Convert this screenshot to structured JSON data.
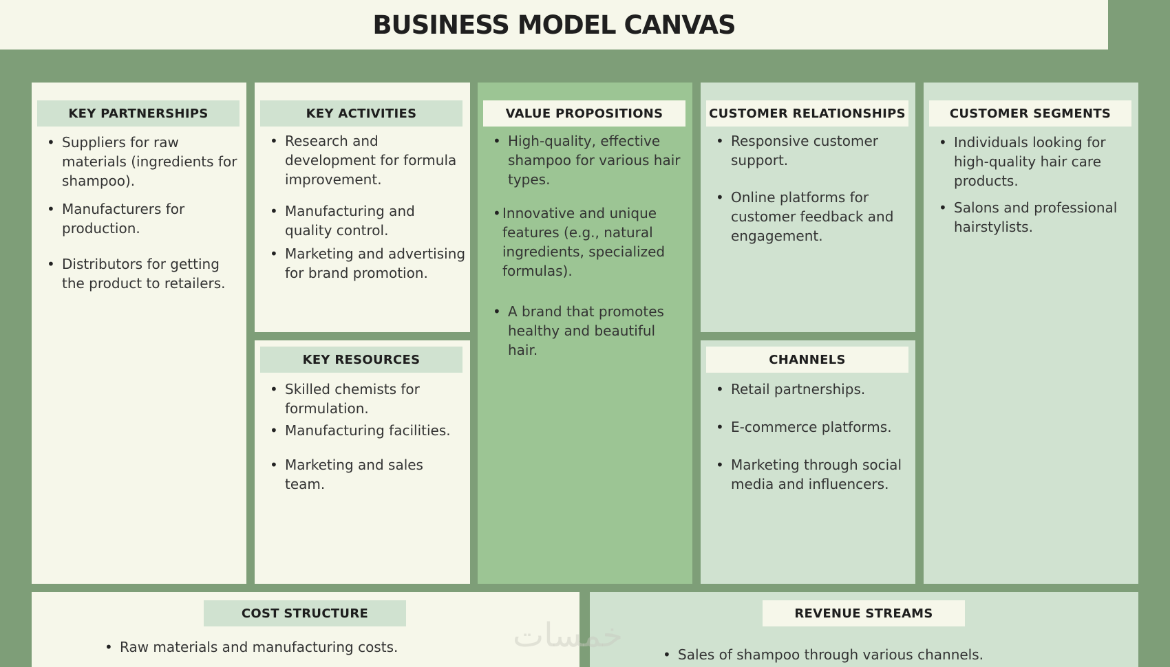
{
  "title": "BUSINESS MODEL CANVAS",
  "key_partnerships": {
    "heading": "KEY PARTNERSHIPS",
    "items": [
      "Suppliers for raw materials (ingredients for shampoo).",
      "Manufacturers for production.",
      "Distributors for getting the product to retailers."
    ]
  },
  "key_activities": {
    "heading": "KEY ACTIVITIES",
    "items": [
      "Research and development for formula improvement.",
      "Manufacturing and quality control.",
      "Marketing and advertising for brand promotion."
    ]
  },
  "key_resources": {
    "heading": "KEY RESOURCES",
    "items": [
      "Skilled chemists for formulation.",
      "Manufacturing facilities.",
      "Marketing and sales team."
    ]
  },
  "value_propositions": {
    "heading": "VALUE PROPOSITIONS",
    "items": [
      "High-quality, effective shampoo for various hair types.",
      "Innovative and unique features (e.g., natural ingredients, specialized formulas).",
      "A brand that promotes healthy and beautiful hair."
    ]
  },
  "customer_relationships": {
    "heading": "CUSTOMER RELATIONSHIPS",
    "items": [
      "Responsive customer support.",
      "Online platforms for customer feedback and engagement."
    ]
  },
  "channels": {
    "heading": "CHANNELS",
    "items": [
      "Retail partnerships.",
      "E-commerce platforms.",
      "Marketing through social media and influencers."
    ]
  },
  "customer_segments": {
    "heading": "CUSTOMER SEGMENTS",
    "items": [
      "Individuals looking for high-quality hair care products.",
      "Salons and professional hairstylists."
    ]
  },
  "cost_structure": {
    "heading": "COST STRUCTURE",
    "items": [
      "Raw materials and manufacturing costs."
    ]
  },
  "revenue_streams": {
    "heading": "REVENUE STREAMS",
    "items": [
      "Sales of shampoo through various channels."
    ]
  },
  "watermark": "خمسات",
  "colors": {
    "background": "#7e9e78",
    "cream": "#f6f7ea",
    "mint": "#d0e2d0",
    "green": "#9cc594"
  }
}
